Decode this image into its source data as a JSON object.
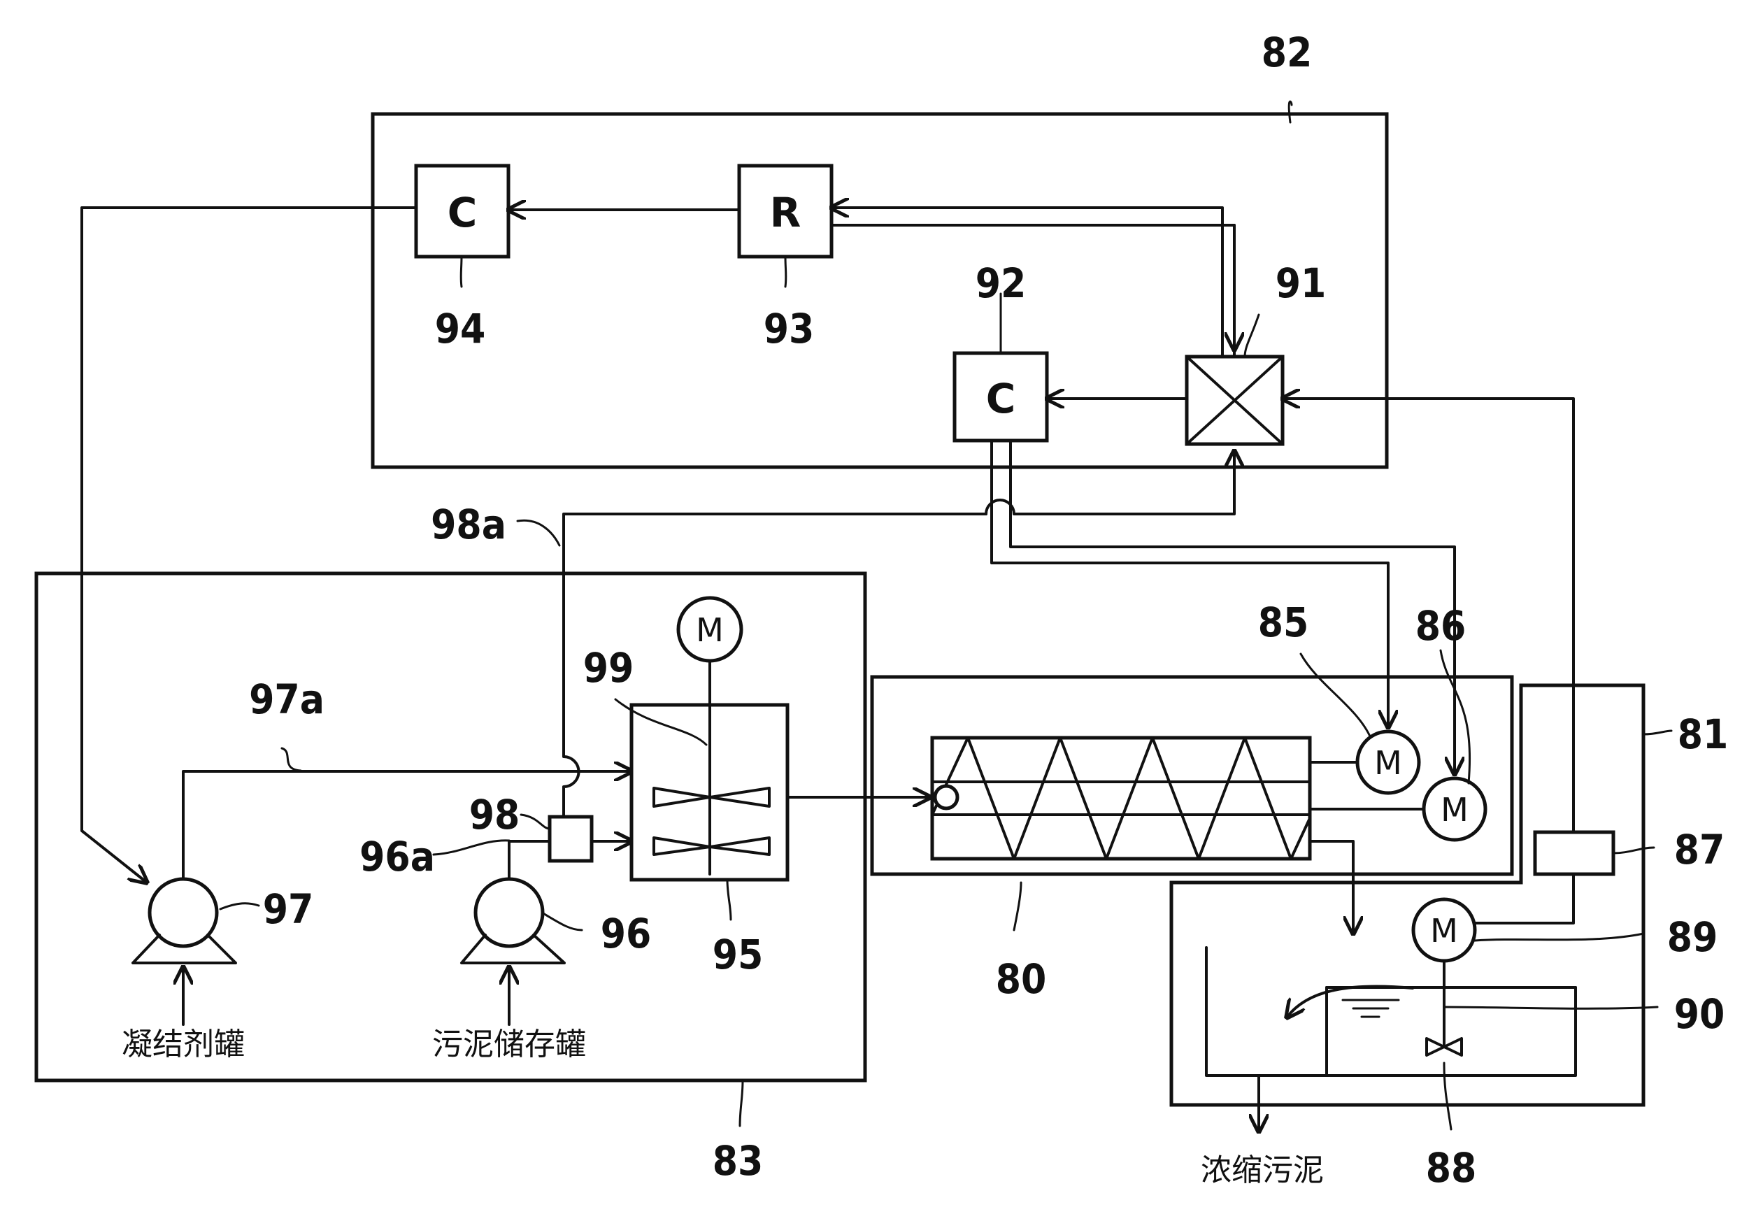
{
  "box_letters": {
    "controller_94": "C",
    "recorder_93": "R",
    "controller_92": "C"
  },
  "motor_letter": "M",
  "labels": {
    "n80": "80",
    "n81": "81",
    "n82": "82",
    "n83": "83",
    "n85": "85",
    "n86": "86",
    "n87": "87",
    "n88": "88",
    "n89": "89",
    "n90": "90",
    "n91": "91",
    "n92": "92",
    "n93": "93",
    "n94": "94",
    "n95": "95",
    "n96": "96",
    "n96a": "96a",
    "n97": "97",
    "n97a": "97a",
    "n98": "98",
    "n98a": "98a",
    "n99": "99"
  },
  "text": {
    "coagulant_tank": "凝结剂罐",
    "sludge_storage_tank": "污泥储存罐",
    "thickened_sludge": "浓缩污泥"
  }
}
